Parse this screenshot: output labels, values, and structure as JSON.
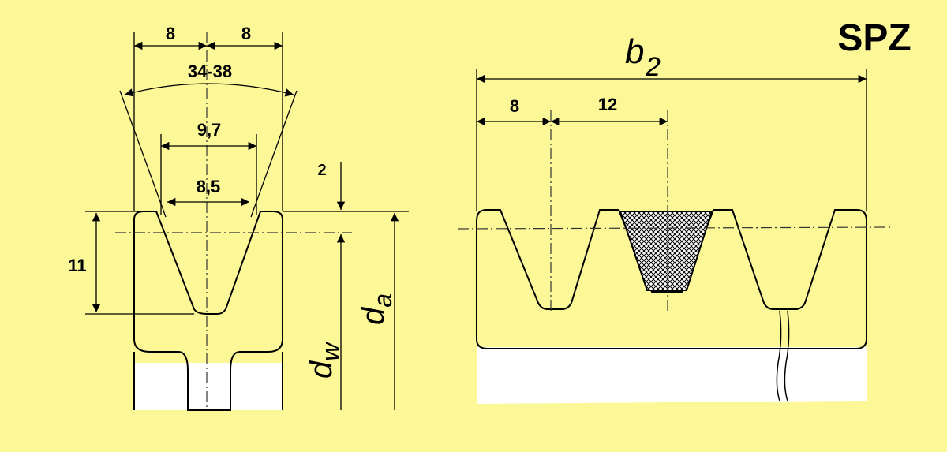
{
  "title": "SPZ",
  "left_profile": {
    "dim_top_left": "8",
    "dim_top_right": "8",
    "dim_angle": "34-38",
    "dim_width_top": "9,7",
    "dim_width_mid": "8,5",
    "dim_offset": "2",
    "dim_height": "11",
    "label_dw": "dw",
    "label_da": "da"
  },
  "right_section": {
    "label_b2": "b2",
    "dim_edge": "8",
    "dim_pitch": "12"
  },
  "colors": {
    "background": "#fcf898",
    "ink": "#000000",
    "white_fill": "#ffffff"
  }
}
